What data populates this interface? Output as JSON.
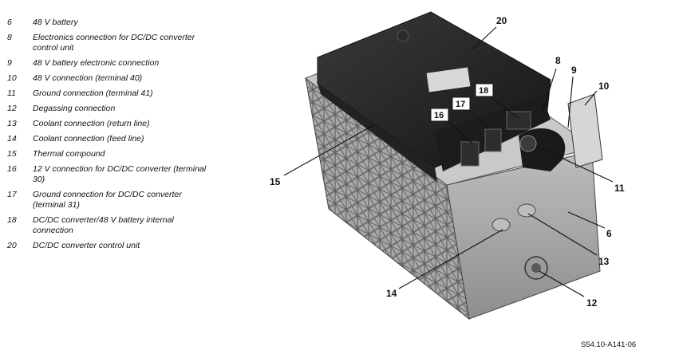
{
  "legend": {
    "items": [
      {
        "number": "6",
        "text": "48 V battery"
      },
      {
        "number": "8",
        "text": "Electronics connection for DC/DC converter control unit"
      },
      {
        "number": "9",
        "text": "48 V battery electronic connection"
      },
      {
        "number": "10",
        "text": "48 V connection (terminal 40)"
      },
      {
        "number": "11",
        "text": "Ground connection (terminal 41)"
      },
      {
        "number": "12",
        "text": "Degassing connection"
      },
      {
        "number": "13",
        "text": "Coolant connection (return line)"
      },
      {
        "number": "14",
        "text": "Coolant connection (feed line)"
      },
      {
        "number": "15",
        "text": "Thermal compound"
      },
      {
        "number": "16",
        "text": "12 V connection for DC/DC converter (terminal 30)"
      },
      {
        "number": "17",
        "text": "Ground connection for DC/DC converter (terminal 31)"
      },
      {
        "number": "18",
        "text": "DC/DC converter/48 V battery internal connection"
      },
      {
        "number": "20",
        "text": "DC/DC converter control unit"
      }
    ]
  },
  "callouts": {
    "c20": "20",
    "c8": "8",
    "c9": "9",
    "c10": "10",
    "c18": "18",
    "c17": "17",
    "c16": "16",
    "c15": "15",
    "c11": "11",
    "c6": "6",
    "c13": "13",
    "c14": "14",
    "c12": "12"
  },
  "reference_code": "S54.10-A141-06"
}
